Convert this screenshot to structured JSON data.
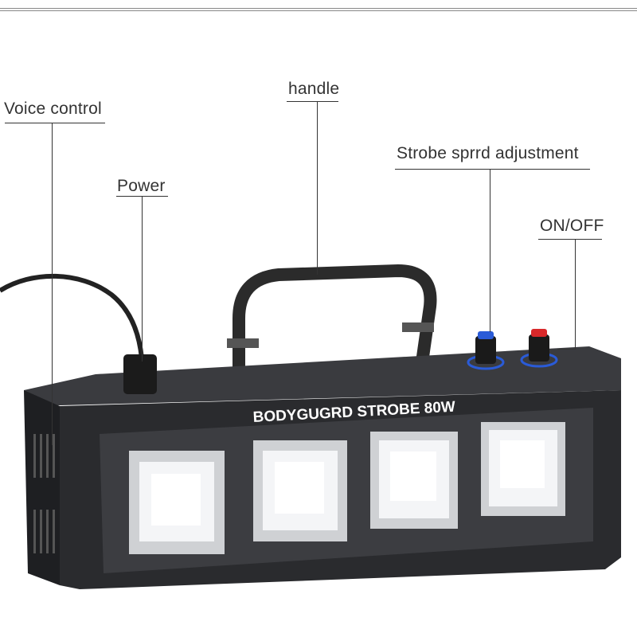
{
  "callouts": {
    "voice_control": "Voice control",
    "power": "Power",
    "handle": "handle",
    "strobe_speed": "Strobe sprrd adjustment",
    "on_off": "ON/OFF"
  },
  "device": {
    "brand_text": "BODYGUGRD STROBE 80W",
    "led_count": 4
  },
  "colors": {
    "body": "#2a2b2e",
    "knob_blue": "#2a5bd7",
    "knob_red": "#d8282a",
    "led_panel": "#f4f5f7"
  }
}
